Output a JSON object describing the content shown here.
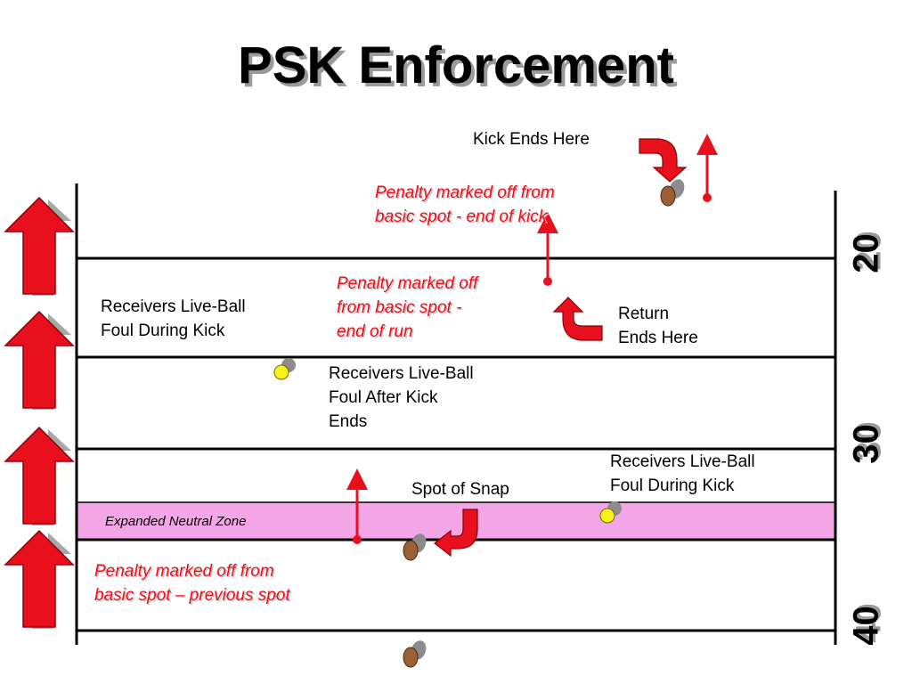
{
  "title": "PSK Enforcement",
  "labels": {
    "kick_ends": "Kick Ends Here",
    "penalty_end_of_kick": [
      "Penalty marked off from",
      "basic spot -  end of kick"
    ],
    "receivers_during_kick_left": [
      "Receivers Live-Ball",
      "Foul During Kick"
    ],
    "penalty_end_of_run": [
      "Penalty marked off",
      "from basic spot -",
      "end of run"
    ],
    "return_ends": [
      "Return",
      "Ends Here"
    ],
    "receivers_after_kick": [
      "Receivers Live-Ball",
      "Foul After Kick",
      "Ends"
    ],
    "receivers_during_kick_right": [
      "Receivers Live-Ball",
      "Foul During Kick"
    ],
    "spot_of_snap": "Spot of Snap",
    "neutral_zone": "Expanded Neutral Zone",
    "penalty_previous_spot": [
      "Penalty marked off from",
      "basic spot – previous spot"
    ]
  },
  "yard_numbers": [
    "20",
    "30",
    "40"
  ],
  "colors": {
    "penalty_text": "#e8101c",
    "neutral_zone": "#f4a6e6",
    "arrow_red": "#e8101c",
    "ball_brown": "#9a5f35",
    "foul_marker_yellow": "#f7f21a"
  }
}
